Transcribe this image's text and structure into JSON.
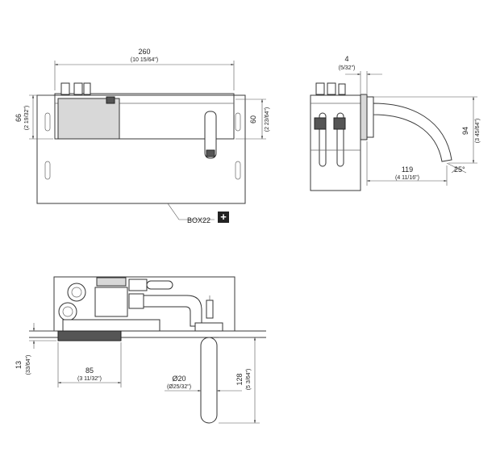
{
  "drawing": {
    "front_view": {
      "width_mm": "260",
      "width_in": "(10 15/64\")",
      "left_height_mm": "66",
      "left_height_in": "(2 19/32\")",
      "right_height_mm": "60",
      "right_height_in": "(2 23/64\")",
      "box_label": "BOX22",
      "plus_symbol": "+"
    },
    "side_view": {
      "thickness_mm": "4",
      "thickness_in": "(5/32\")",
      "height_mm": "94",
      "height_in": "(3 45/64\")",
      "projection_mm": "119",
      "projection_in": "(4 11/16\")",
      "angle": "25°"
    },
    "top_view": {
      "depth_mm": "13",
      "depth_in": "(33/64\")",
      "offset_mm": "85",
      "offset_in": "(3 11/32\")",
      "diameter_mm": "Ø20",
      "diameter_in": "(Ø25/32\")",
      "length_mm": "128",
      "length_in": "(5 3/64\")"
    }
  }
}
